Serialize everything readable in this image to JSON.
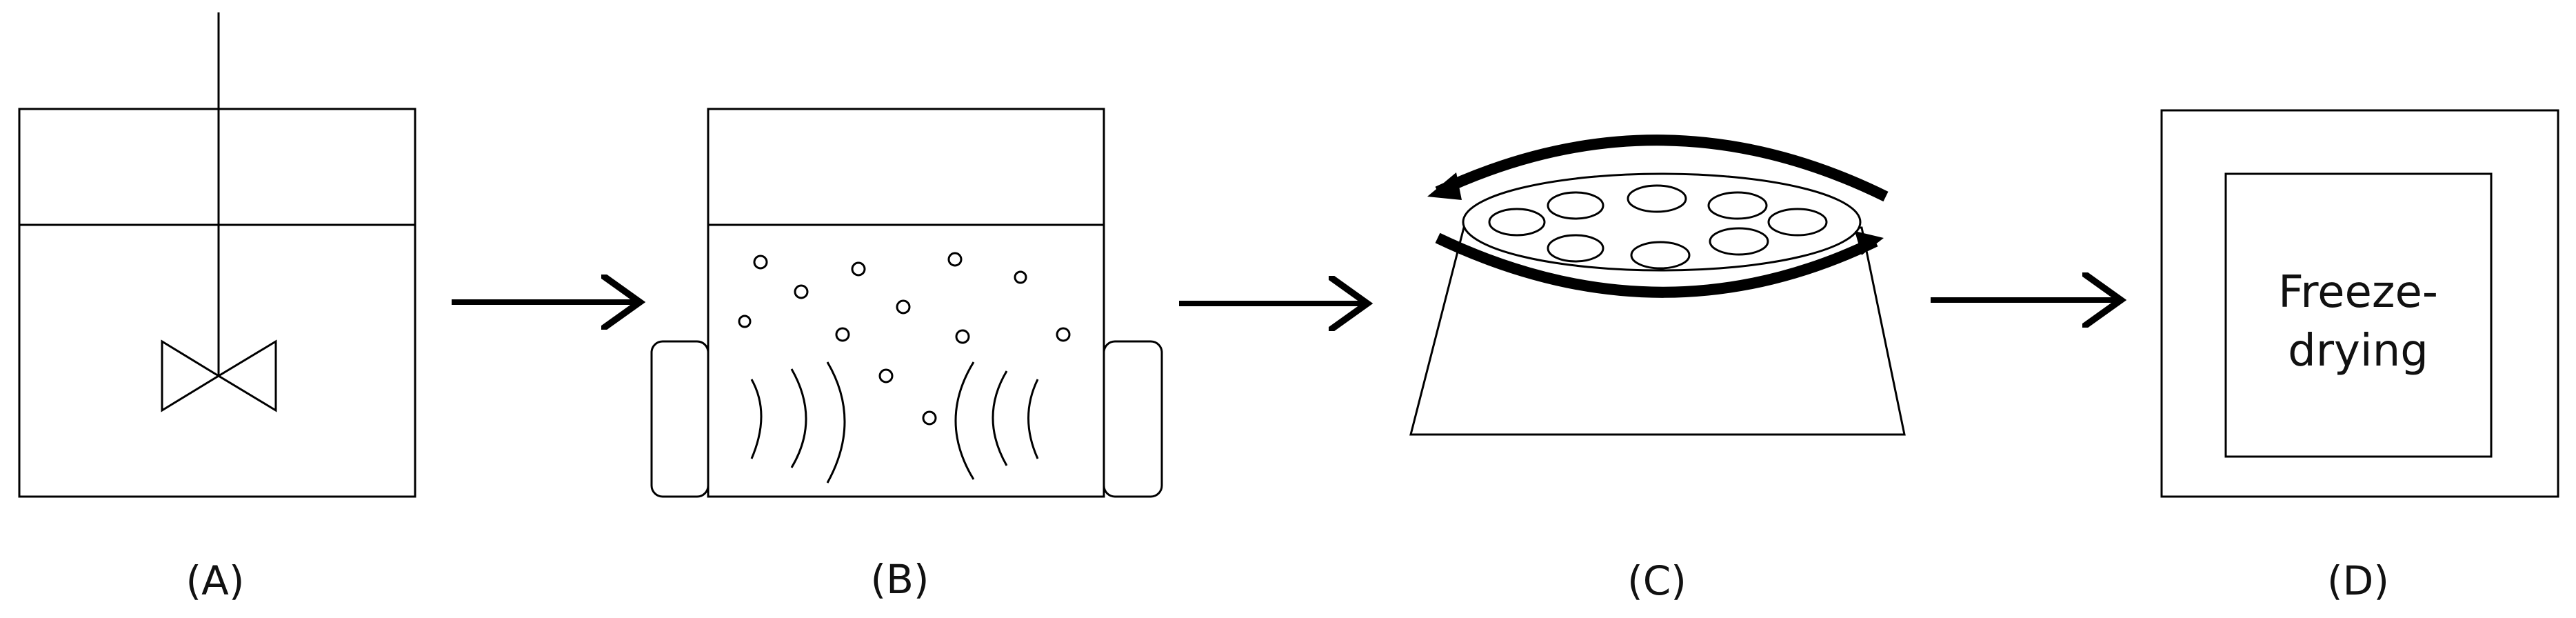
{
  "panels": [
    {
      "id": "A",
      "label": "(A)",
      "description_icon": "stirred-tank-icon"
    },
    {
      "id": "B",
      "label": "(B)",
      "description_icon": "ultrasonic-bath-icon"
    },
    {
      "id": "C",
      "label": "(C)",
      "description_icon": "rotating-plate-icon"
    },
    {
      "id": "D",
      "label": "(D)",
      "description_icon": "freeze-dryer-icon",
      "text_lines": [
        "Freeze-",
        "drying"
      ]
    }
  ],
  "arrows": [
    "right-arrow-icon",
    "right-arrow-icon",
    "right-arrow-icon"
  ],
  "colors": {
    "stroke": "#000000",
    "background": "#ffffff"
  }
}
